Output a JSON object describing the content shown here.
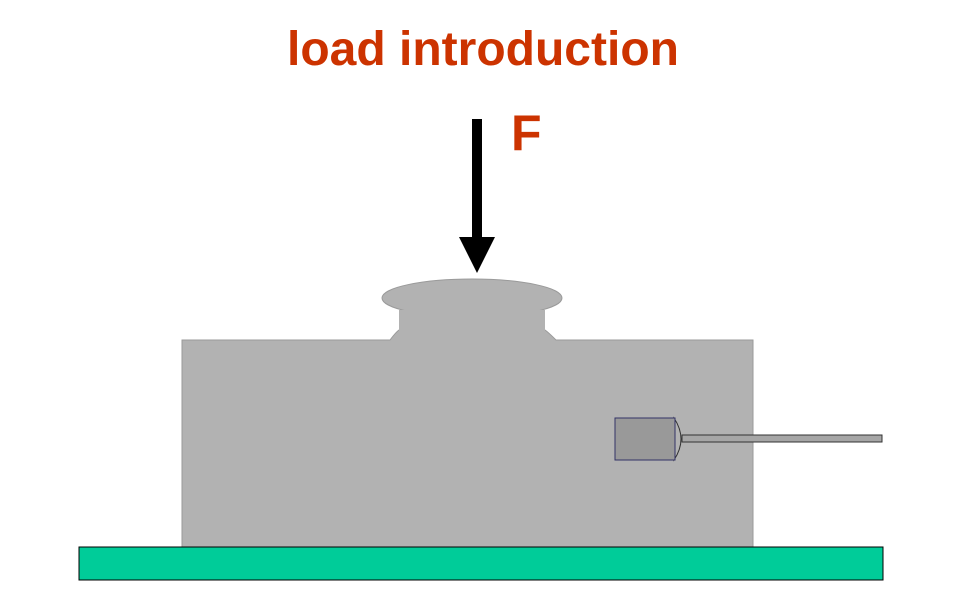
{
  "title": "load introduction",
  "force_label": "F",
  "colors": {
    "text": "#cc3300",
    "body": "#b2b2b2",
    "base": "#00cc99",
    "arrow": "#000000",
    "sensor": "#999999",
    "sensor_outline": "#333366",
    "cable": "#a6a6a6"
  },
  "components": [
    "load-arrow",
    "load-button",
    "load-cell-body",
    "base-plate",
    "cable-connector",
    "cable"
  ]
}
